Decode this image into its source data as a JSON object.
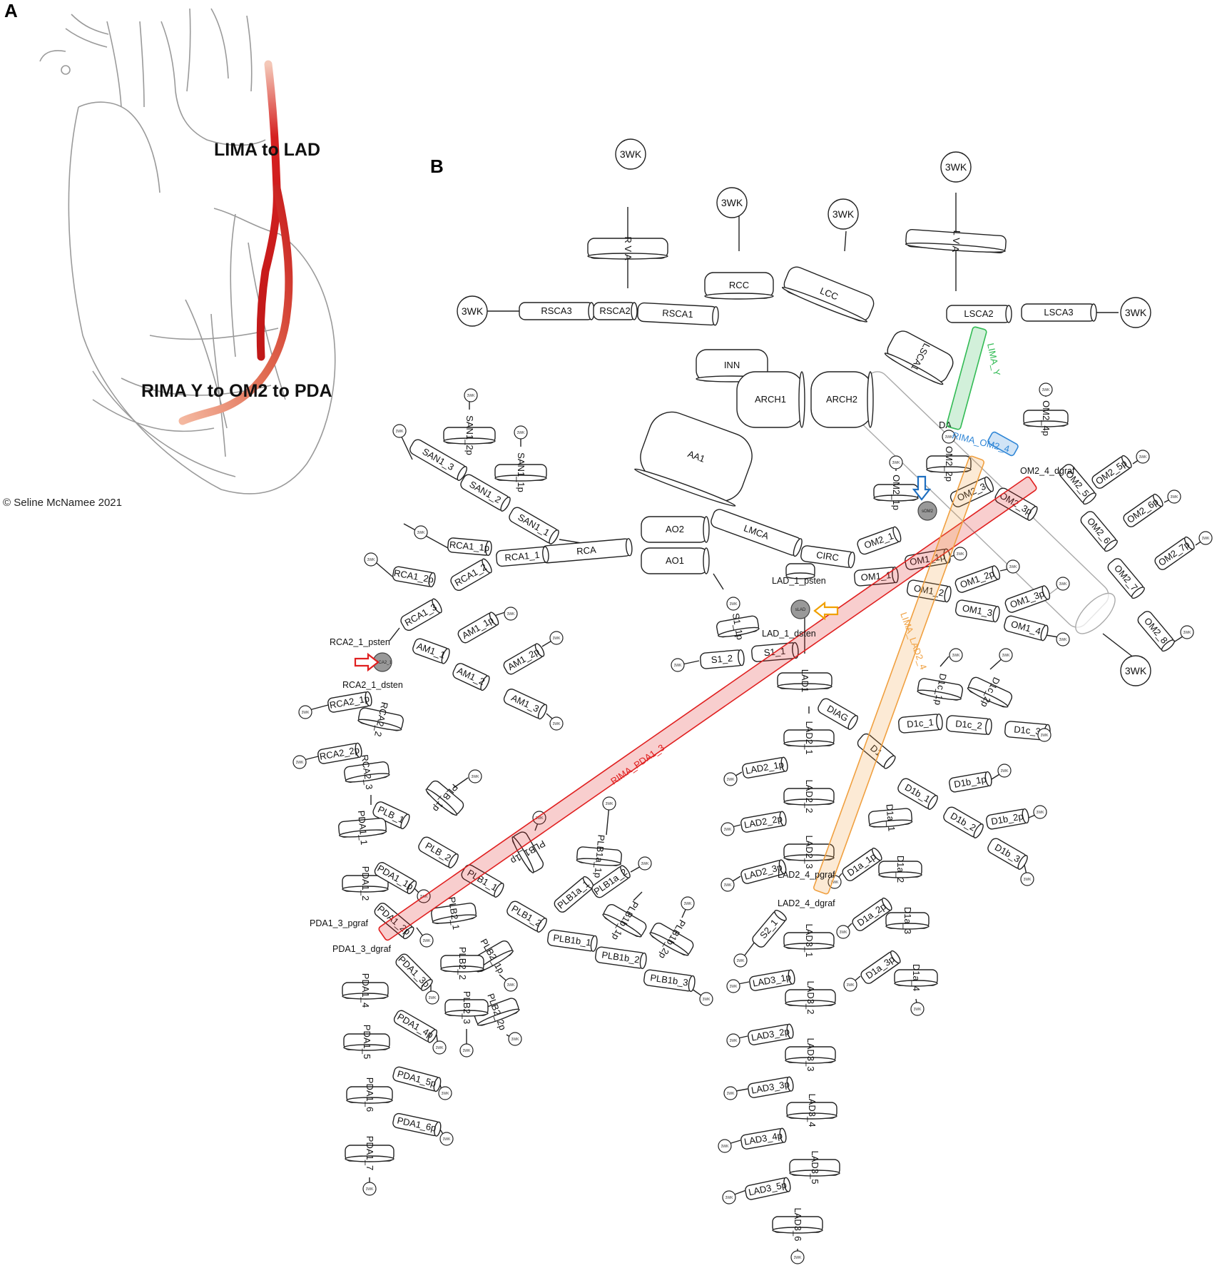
{
  "panel_a": {
    "label": "A",
    "graft1": "LIMA to LAD",
    "graft2": "RIMA Y to OM2 to PDA",
    "copyright": "© Seline McNamee 2021"
  },
  "panel_b": {
    "label": "B",
    "wk_big": "3WK",
    "wk_small": "3WK",
    "segments": [
      {
        "id": "RSCA3",
        "t": "RSCA3"
      },
      {
        "id": "RSCA2",
        "t": "RSCA2"
      },
      {
        "id": "RSCA1",
        "t": "RSCA1"
      },
      {
        "id": "RVA",
        "t": "R V A"
      },
      {
        "id": "RCC",
        "t": "RCC"
      },
      {
        "id": "LCC",
        "t": "LCC"
      },
      {
        "id": "LVA",
        "t": "L V A"
      },
      {
        "id": "LSCA2",
        "t": "LSCA2"
      },
      {
        "id": "LSCA3",
        "t": "LSCA3"
      },
      {
        "id": "LSCA1",
        "t": "LSCA1"
      },
      {
        "id": "INN",
        "t": "INN"
      },
      {
        "id": "ARCH1",
        "t": "ARCH1"
      },
      {
        "id": "ARCH2",
        "t": "ARCH2"
      },
      {
        "id": "AA1",
        "t": "AA1"
      },
      {
        "id": "DA",
        "t": "DA"
      },
      {
        "id": "AO2",
        "t": "AO2"
      },
      {
        "id": "AO1",
        "t": "AO1"
      },
      {
        "id": "LMCA",
        "t": "LMCA"
      },
      {
        "id": "CIRC",
        "t": "CIRC"
      },
      {
        "id": "RCA",
        "t": "RCA"
      },
      {
        "id": "SAN1_3",
        "t": "SAN1_3"
      },
      {
        "id": "SAN1_2",
        "t": "SAN1_2"
      },
      {
        "id": "SAN1_1",
        "t": "SAN1_1"
      },
      {
        "id": "SAN1_2p",
        "t": "SAN1_2p"
      },
      {
        "id": "SAN1_1p",
        "t": "SAN1_1p"
      },
      {
        "id": "RCA1_1",
        "t": "RCA1_1"
      },
      {
        "id": "RCA1_1p",
        "t": "RCA1_1p"
      },
      {
        "id": "RCA1_2",
        "t": "RCA1_2"
      },
      {
        "id": "RCA1_2p",
        "t": "RCA1_2p"
      },
      {
        "id": "RCA1_3",
        "t": "RCA1_3"
      },
      {
        "id": "AM1_1",
        "t": "AM1_1"
      },
      {
        "id": "AM1_1p",
        "t": "AM1_1p"
      },
      {
        "id": "AM1_2",
        "t": "AM1_2"
      },
      {
        "id": "AM1_2p",
        "t": "AM1_2p"
      },
      {
        "id": "AM1_3",
        "t": "AM1_3"
      },
      {
        "id": "RCA2_1p",
        "t": "RCA2_1p"
      },
      {
        "id": "RCA2_2",
        "t": "RCA2_2"
      },
      {
        "id": "RCA2_2p",
        "t": "RCA2_2p"
      },
      {
        "id": "RCA2_3",
        "t": "RCA2_3"
      },
      {
        "id": "PLB_1",
        "t": "PLB_1"
      },
      {
        "id": "PLB_1p",
        "t": "PLB_1p"
      },
      {
        "id": "PLB_2",
        "t": "PLB_2"
      },
      {
        "id": "PLB1_1",
        "t": "PLB1_1"
      },
      {
        "id": "PLB1_1p",
        "t": "PLB1_1p"
      },
      {
        "id": "PLB1_2",
        "t": "PLB1_2"
      },
      {
        "id": "PLB1a_1",
        "t": "PLB1a_1"
      },
      {
        "id": "PLB1a_1p",
        "t": "PLB1a_1p"
      },
      {
        "id": "PLB1a_2",
        "t": "PLB1a_2"
      },
      {
        "id": "PLB1b_1",
        "t": "PLB1b_1"
      },
      {
        "id": "PLB1b_1p",
        "t": "PLB1b_1p"
      },
      {
        "id": "PLB1b_2",
        "t": "PLB1b_2"
      },
      {
        "id": "PLB1b_2p",
        "t": "PLB1b_2p"
      },
      {
        "id": "PLB1b_3",
        "t": "PLB1b_3"
      },
      {
        "id": "PLB2_1",
        "t": "PLB2_1"
      },
      {
        "id": "PLB2_1p",
        "t": "PLB2_1p"
      },
      {
        "id": "PLB2_2",
        "t": "PLB2_2"
      },
      {
        "id": "PLB2_2p",
        "t": "PLB2_2p"
      },
      {
        "id": "PLB2_3",
        "t": "PLB2_3"
      },
      {
        "id": "PDA1_1",
        "t": "PDA1_1"
      },
      {
        "id": "PDA1_2",
        "t": "PDA1_2"
      },
      {
        "id": "PDA1_1p",
        "t": "PDA1_1p"
      },
      {
        "id": "PDA1_2p",
        "t": "PDA1_2p"
      },
      {
        "id": "PDA1_3p",
        "t": "PDA1_3p"
      },
      {
        "id": "PDA1_4",
        "t": "PDA1_4"
      },
      {
        "id": "PDA1_4p",
        "t": "PDA1_4p"
      },
      {
        "id": "PDA1_5",
        "t": "PDA1_5"
      },
      {
        "id": "PDA1_5p",
        "t": "PDA1_5p"
      },
      {
        "id": "PDA1_6",
        "t": "PDA1_6"
      },
      {
        "id": "PDA1_6p",
        "t": "PDA1_6p"
      },
      {
        "id": "PDA1_7",
        "t": "PDA1_7"
      },
      {
        "id": "S1_1",
        "t": "S1_1"
      },
      {
        "id": "S1_2",
        "t": "S1_2"
      },
      {
        "id": "S1_1p",
        "t": "S1_1p"
      },
      {
        "id": "LAD1",
        "t": "LAD1"
      },
      {
        "id": "LAD_1_psten_seg",
        "t": ""
      },
      {
        "id": "LAD2_1",
        "t": "LAD2_1"
      },
      {
        "id": "LAD2_1p",
        "t": "LAD2_1p"
      },
      {
        "id": "LAD2_2",
        "t": "LAD2_2"
      },
      {
        "id": "LAD2_2p",
        "t": "LAD2_2p"
      },
      {
        "id": "LAD2_3",
        "t": "LAD2_3"
      },
      {
        "id": "LAD2_3p",
        "t": "LAD2_3p"
      },
      {
        "id": "S2_1",
        "t": "S2_1"
      },
      {
        "id": "LAD3_1",
        "t": "LAD3_1"
      },
      {
        "id": "LAD3_1p",
        "t": "LAD3_1p"
      },
      {
        "id": "LAD3_2",
        "t": "LAD3_2"
      },
      {
        "id": "LAD3_2p",
        "t": "LAD3_2p"
      },
      {
        "id": "LAD3_3",
        "t": "LAD3_3"
      },
      {
        "id": "LAD3_3p",
        "t": "LAD3_3p"
      },
      {
        "id": "LAD3_4",
        "t": "LAD3_4"
      },
      {
        "id": "LAD3_4p",
        "t": "LAD3_4p"
      },
      {
        "id": "LAD3_5",
        "t": "LAD3_5"
      },
      {
        "id": "LAD3_5p",
        "t": "LAD3_5p"
      },
      {
        "id": "LAD3_6",
        "t": "LAD3_6"
      },
      {
        "id": "DIAG",
        "t": "DIAG"
      },
      {
        "id": "D1",
        "t": "D1"
      },
      {
        "id": "D1c_1",
        "t": "D1c_1"
      },
      {
        "id": "D1c_2",
        "t": "D1c_2"
      },
      {
        "id": "D1c_3",
        "t": "D1c_3"
      },
      {
        "id": "D1c_1p",
        "t": "D1c_1p"
      },
      {
        "id": "D1c_2p",
        "t": "D1c_2p"
      },
      {
        "id": "D1b_1",
        "t": "D1b_1"
      },
      {
        "id": "D1b_1p",
        "t": "D1b_1p"
      },
      {
        "id": "D1b_2",
        "t": "D1b_2"
      },
      {
        "id": "D1b_2p",
        "t": "D1b_2p"
      },
      {
        "id": "D1b_3",
        "t": "D1b_3"
      },
      {
        "id": "D1a_1",
        "t": "D1a_1"
      },
      {
        "id": "D1a_1p",
        "t": "D1a_1p"
      },
      {
        "id": "D1a_2",
        "t": "D1a_2"
      },
      {
        "id": "D1a_2p",
        "t": "D1a_2p"
      },
      {
        "id": "D1a_3",
        "t": "D1a_3"
      },
      {
        "id": "D1a_3p",
        "t": "D1a_3p"
      },
      {
        "id": "D1a_4",
        "t": "D1a_4"
      },
      {
        "id": "OM1_1",
        "t": "OM1_1"
      },
      {
        "id": "OM1_1p",
        "t": "OM1_1p"
      },
      {
        "id": "OM1_2",
        "t": "OM1_2"
      },
      {
        "id": "OM1_2p",
        "t": "OM1_2p"
      },
      {
        "id": "OM1_3",
        "t": "OM1_3"
      },
      {
        "id": "OM1_3p",
        "t": "OM1_3p"
      },
      {
        "id": "OM1_4",
        "t": "OM1_4"
      },
      {
        "id": "OM2_1",
        "t": "OM2_1"
      },
      {
        "id": "OM2_1p",
        "t": "OM2_1p"
      },
      {
        "id": "OM2_2p",
        "t": "OM2_2p"
      },
      {
        "id": "OM2_3",
        "t": "OM2_3"
      },
      {
        "id": "OM2_3p",
        "t": "OM2_3p"
      },
      {
        "id": "OM2_4p",
        "t": "OM2_4p"
      },
      {
        "id": "OM2_5",
        "t": "OM2_5"
      },
      {
        "id": "OM2_5p",
        "t": "OM2_5p"
      },
      {
        "id": "OM2_6",
        "t": "OM2_6"
      },
      {
        "id": "OM2_6p",
        "t": "OM2_6p"
      },
      {
        "id": "OM2_7",
        "t": "OM2_7"
      },
      {
        "id": "OM2_7p",
        "t": "OM2_7p"
      },
      {
        "id": "OM2_8",
        "t": "OM2_8"
      }
    ],
    "annotations": {
      "rca_psten": "RCA2_1_psten",
      "rca_dsten": "RCA2_1_dsten",
      "rca_node": "sRCA2_1",
      "lad_psten": "LAD_1_psten",
      "lad_dsten": "LAD_1_dsten",
      "lad_node": "sLAD",
      "om_node": "sOM2",
      "lad_pgraf": "LAD2_4_pgraf",
      "lad_dgraf": "LAD2_4_dgraf",
      "pda_pgraf": "PDA1_3_pgraf",
      "pda_dgraf": "PDA1_3_dgraf",
      "om2_dgraf": "OM2_4_dgraf"
    },
    "grafts": {
      "rima_pda": {
        "label": "RIMA_PDA1_3",
        "color": "#e02020"
      },
      "lima_lad": {
        "label": "LIMA_LAD2_4",
        "color": "#f0a040"
      },
      "lima_y": {
        "label": "LIMA_Y",
        "color": "#33bb55"
      },
      "rima_om2": {
        "label": "RIMA_OM2_4",
        "color": "#2f86d6"
      }
    },
    "arrows": {
      "red": "#e02020",
      "orange": "#f0a000",
      "blue": "#1f6fc0"
    }
  }
}
